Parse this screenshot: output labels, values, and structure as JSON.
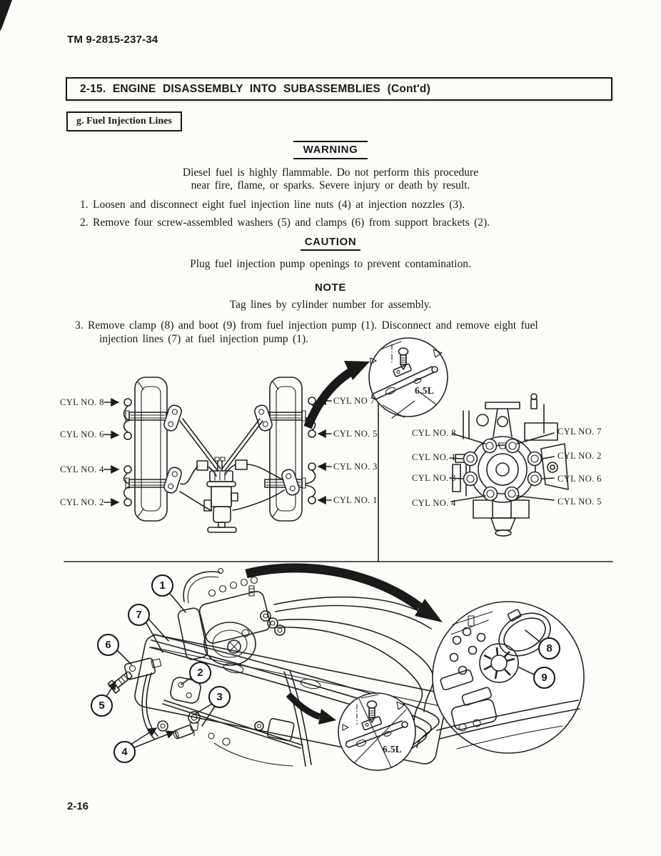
{
  "page": {
    "doc_number": "TM 9-2815-237-34",
    "page_number": "2-16"
  },
  "section": {
    "title": "2-15. ENGINE DISASSEMBLY INTO SUBASSEMBLIES (Cont'd)",
    "subsection": "g. Fuel Injection Lines"
  },
  "warning": {
    "label": "WARNING",
    "line1": "Diesel fuel is highly flammable. Do not perform this procedure",
    "line2": "near fire, flame, or sparks. Severe injury or death by result."
  },
  "steps": {
    "step1_num": "1.",
    "step1_text": "Loosen and disconnect eight fuel injection line nuts (4) at injection nozzles (3).",
    "step2_num": "2.",
    "step2_text": "Remove four screw-assembled washers (5) and clamps (6) from support brackets (2).",
    "step3_num": "3.",
    "step3_line1": "Remove clamp (8) and boot (9) from fuel injection pump (1). Disconnect and remove eight fuel",
    "step3_line2": "injection lines (7) at fuel injection pump (1)."
  },
  "caution": {
    "label": "CAUTION",
    "text": "Plug fuel injection pump openings to prevent contamination."
  },
  "note": {
    "label": "NOTE",
    "text": "Tag lines by cylinder number for assembly."
  },
  "diagram_top": {
    "left_labels": [
      "CYL NO. 8",
      "CYL NO. 6",
      "CYL NO. 4",
      "CYL NO. 2"
    ],
    "right_labels": [
      "CYL NO 7",
      "CYL NO. 5",
      "CYL NO. 3",
      "CYL NO. 1"
    ],
    "inset_label": "6.5L"
  },
  "diagram_pump": {
    "left_labels": [
      "CYL NO. 8",
      "CYL NO. 1",
      "CYL NO. 3",
      "CYL NO. 4"
    ],
    "right_labels": [
      "CYL NO. 7",
      "CYL NO. 2",
      "CYL NO. 6",
      "CYL NO. 5"
    ]
  },
  "diagram_engine": {
    "callouts": [
      "1",
      "2",
      "3",
      "4",
      "5",
      "6",
      "7",
      "8",
      "9"
    ],
    "inset_label": "6.5L"
  }
}
